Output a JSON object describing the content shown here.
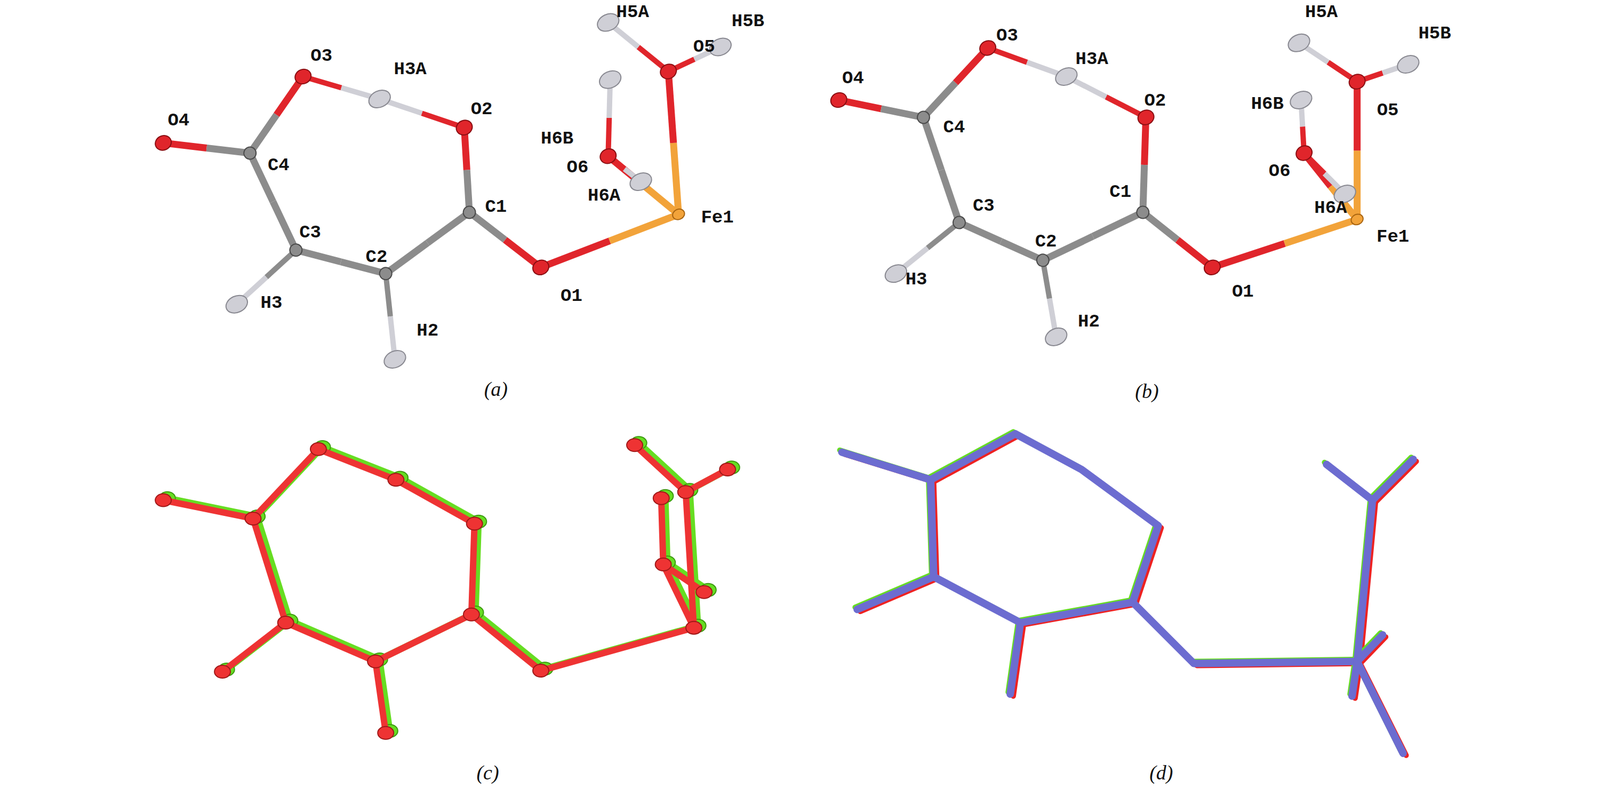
{
  "diagram": {
    "labels": [
      "O3",
      "H3A",
      "O4",
      "O2",
      "C4",
      "C3",
      "C2",
      "C1",
      "H3",
      "H2",
      "O1",
      "Fe1",
      "H5A",
      "H5B",
      "O5",
      "H6B",
      "O6",
      "H6A",
      "(a)",
      "O3",
      "H3A",
      "O4",
      "O2",
      "C4",
      "C3",
      "C1",
      "C2",
      "H3",
      "H2",
      "O1",
      "Fe1",
      "H5A",
      "H5B",
      "O5",
      "H6B",
      "O6",
      "H6A",
      "(b)",
      "(c)",
      "(d)"
    ]
  }
}
